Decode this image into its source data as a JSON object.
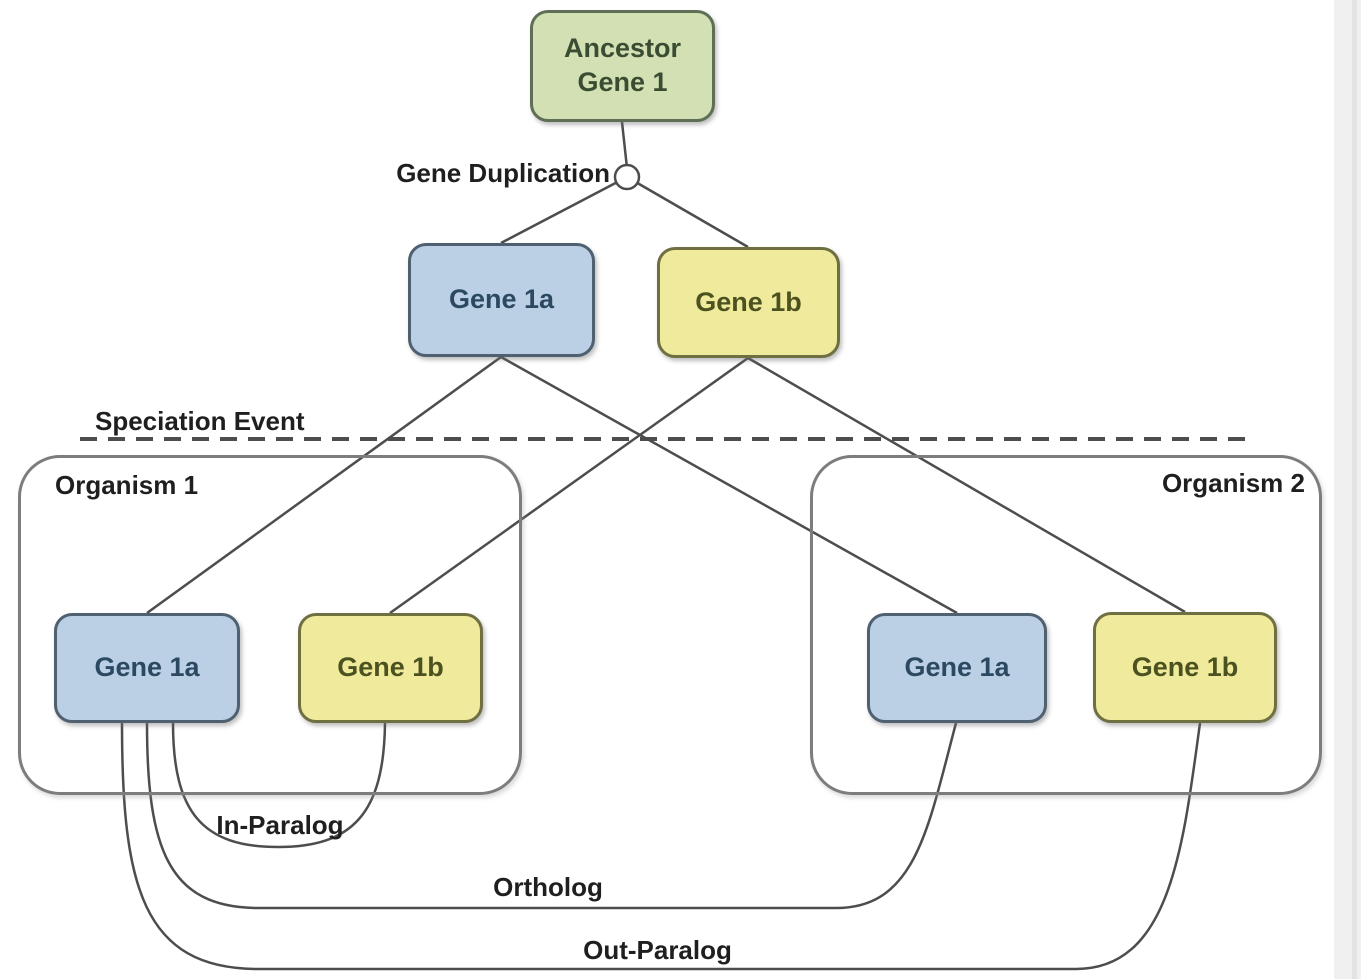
{
  "labels": {
    "gene_duplication": "Gene Duplication",
    "speciation_event": "Speciation Event",
    "in_paralog": "In-Paralog",
    "ortholog": "Ortholog",
    "out_paralog": "Out-Paralog"
  },
  "nodes": {
    "ancestor": "Ancestor Gene 1",
    "gene1a_mid": "Gene 1a",
    "gene1b_mid": "Gene 1b",
    "org1": {
      "label": "Organism 1",
      "gene1a": "Gene 1a",
      "gene1b": "Gene 1b"
    },
    "org2": {
      "label": "Organism 2",
      "gene1a": "Gene 1a",
      "gene1b": "Gene 1b"
    }
  },
  "colors": {
    "ancestor_fill": "#d2e0b4",
    "ancestor_border": "#5f6f55",
    "ancestor_text": "#3a4d33",
    "blue_fill": "#bbd0e4",
    "blue_border": "#4f6070",
    "blue_text": "#2c4962",
    "yellow_fill": "#f0eb9c",
    "yellow_border": "#6f6f42",
    "yellow_text": "#4b511f",
    "line": "#4d4d4d",
    "organism_border": "#7d7d7d",
    "label_text": "#1f1f1f",
    "gutter": "#f0f0f0"
  }
}
